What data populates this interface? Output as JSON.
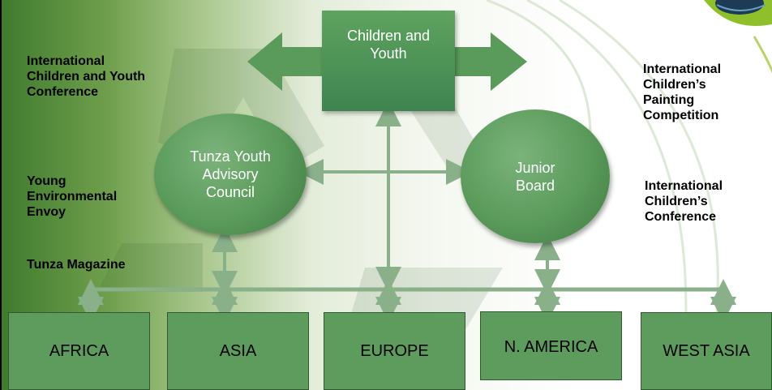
{
  "diagram": {
    "center_node": "Children and Youth",
    "left_node": "Tunza Youth Advisory Council",
    "right_node": "Junior Board",
    "left_programs": [
      "International Children and Youth Conference",
      "Young Environmental Envoy",
      "Tunza Magazine"
    ],
    "right_programs": [
      "International Children’s Painting Competition",
      "International Children’s Conference"
    ],
    "regions": [
      "AFRICA",
      "ASIA",
      "EUROPE",
      "N. AMERICA",
      "WEST ASIA"
    ]
  },
  "colors": {
    "node_green": "#5a9a5a",
    "region_green": "#5e9c5e",
    "background_green": "#3f7a2e",
    "connector": "#8ab08a"
  }
}
